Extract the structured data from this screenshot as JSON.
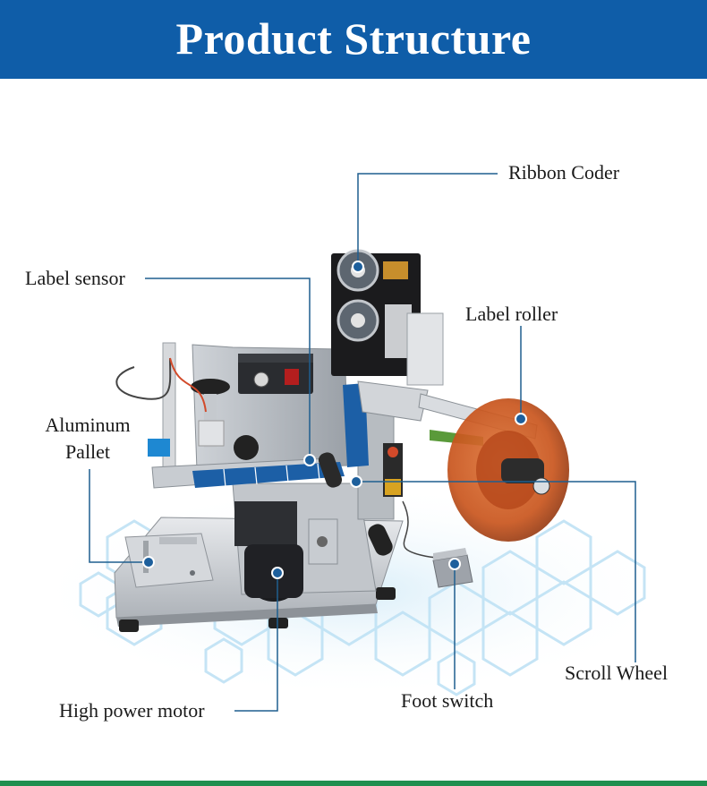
{
  "header": {
    "title": "Product Structure"
  },
  "callouts": {
    "ribbon_coder": "Ribbon Coder",
    "label_sensor": "Label sensor",
    "label_roller": "Label roller",
    "aluminum_pallet": "Aluminum Pallet",
    "scroll_wheel": "Scroll Wheel",
    "foot_switch": "Foot switch",
    "high_power_motor": "High power motor"
  },
  "colors": {
    "banner": "#0f5da8",
    "leader_line": "#1f5f8f",
    "accent_bar": "#1f8f4f",
    "hexagon_glow": "#bfe2f5",
    "label_roll": "#c9551d"
  }
}
